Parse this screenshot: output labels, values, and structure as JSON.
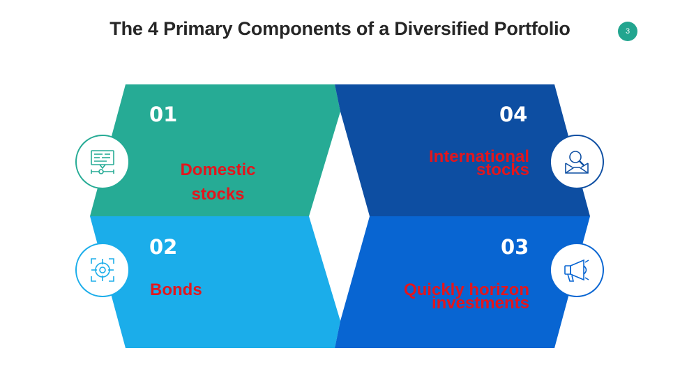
{
  "slide": {
    "title": "The 4 Primary Components of a Diversified Portfolio",
    "page_number": "3"
  },
  "components": [
    {
      "number": "01",
      "label": "Domestic stocks",
      "color": "#26ab95",
      "icon": "monitor-slider-icon"
    },
    {
      "number": "02",
      "label": "Bonds",
      "color": "#1badea",
      "icon": "target-crosshair-icon"
    },
    {
      "number": "03",
      "label": "Quickly horizon investments",
      "color": "#0865d2",
      "icon": "megaphone-icon"
    },
    {
      "number": "04",
      "label": "International stocks",
      "color": "#0d4ea2",
      "icon": "search-envelope-icon"
    }
  ]
}
